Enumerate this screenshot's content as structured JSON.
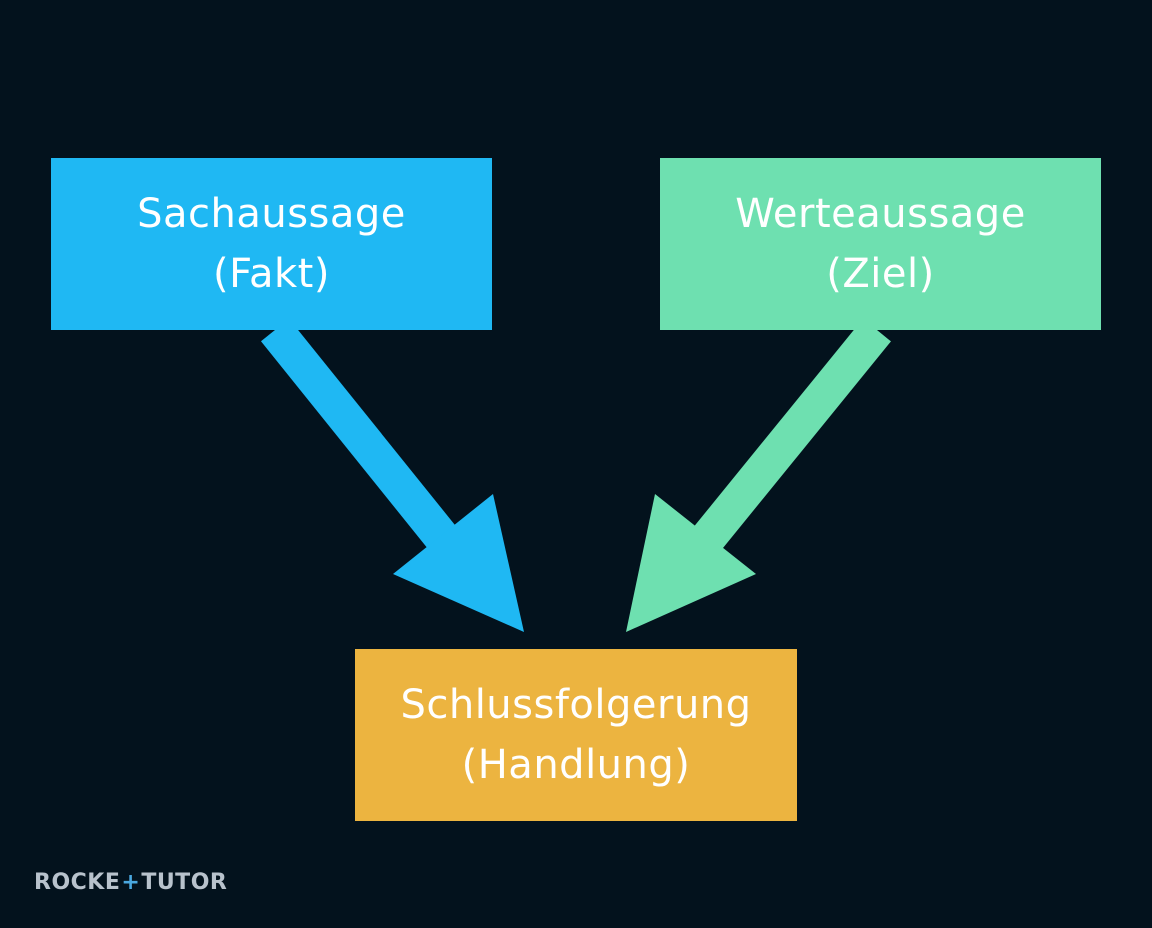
{
  "colors": {
    "background": "#03121d",
    "fact_box": "#1fb8f3",
    "value_box": "#6ee0b0",
    "conclusion_box": "#ecb440",
    "text": "#ffffff",
    "logo_text": "#b8c2cc",
    "logo_accent": "#4aa8e0"
  },
  "boxes": {
    "fact": {
      "line1": "Sachaussage",
      "line2": "(Fakt)"
    },
    "value": {
      "line1": "Werteaussage",
      "line2": "(Ziel)"
    },
    "conclusion": {
      "line1": "Schlussfolgerung",
      "line2": "(Handlung)"
    }
  },
  "logo": {
    "part1": "ROCKE",
    "plus": "+",
    "part2": "TUTOR"
  }
}
